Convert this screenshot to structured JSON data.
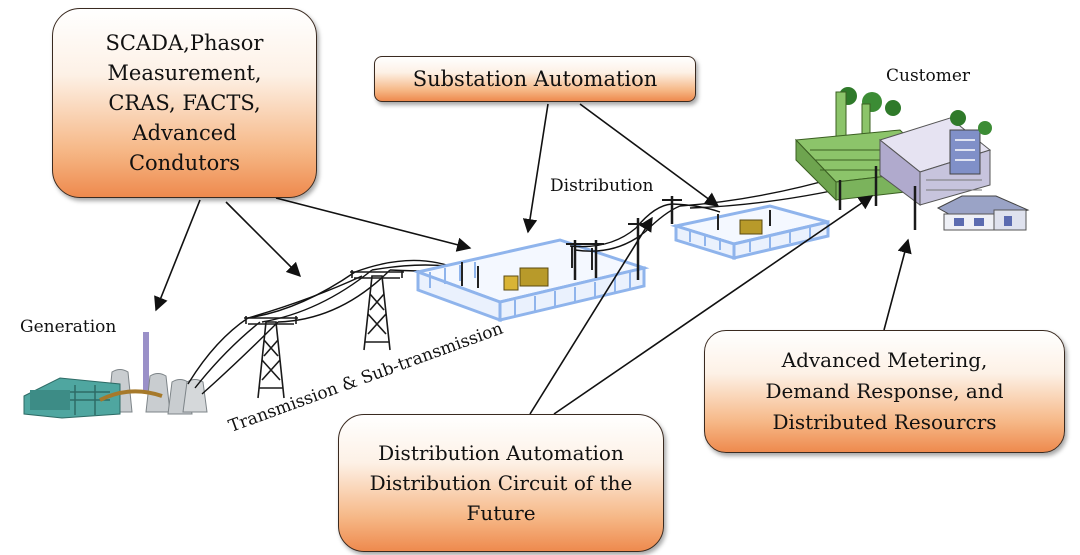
{
  "callouts": {
    "scada": "SCADA,Phasor\nMeasurement,\nCRAS, FACTS,\nAdvanced\nCondutors",
    "substation": "Substation Automation",
    "distribution_automation": "Distribution Automation\nDistribution Circuit of the\nFuture",
    "metering": "Advanced Metering,\nDemand Response, and\nDistributed Resourcrs"
  },
  "labels": {
    "generation": "Generation",
    "transmission": "Transmission & Sub-transmission",
    "distribution": "Distribution",
    "customer": "Customer"
  },
  "colors": {
    "callout_top": "#ffffff",
    "callout_bottom": "#ee8a4e",
    "substation_fence": "#8fb4ec",
    "tower": "#1a1a1a",
    "plant": "#4fa6a0",
    "building_green": "#8cc46a",
    "building_blue": "#8090c8"
  },
  "icons": [
    "power-plant-icon",
    "transmission-tower-icon",
    "substation-icon",
    "utility-pole-icon",
    "factory-icon",
    "house-icon"
  ]
}
